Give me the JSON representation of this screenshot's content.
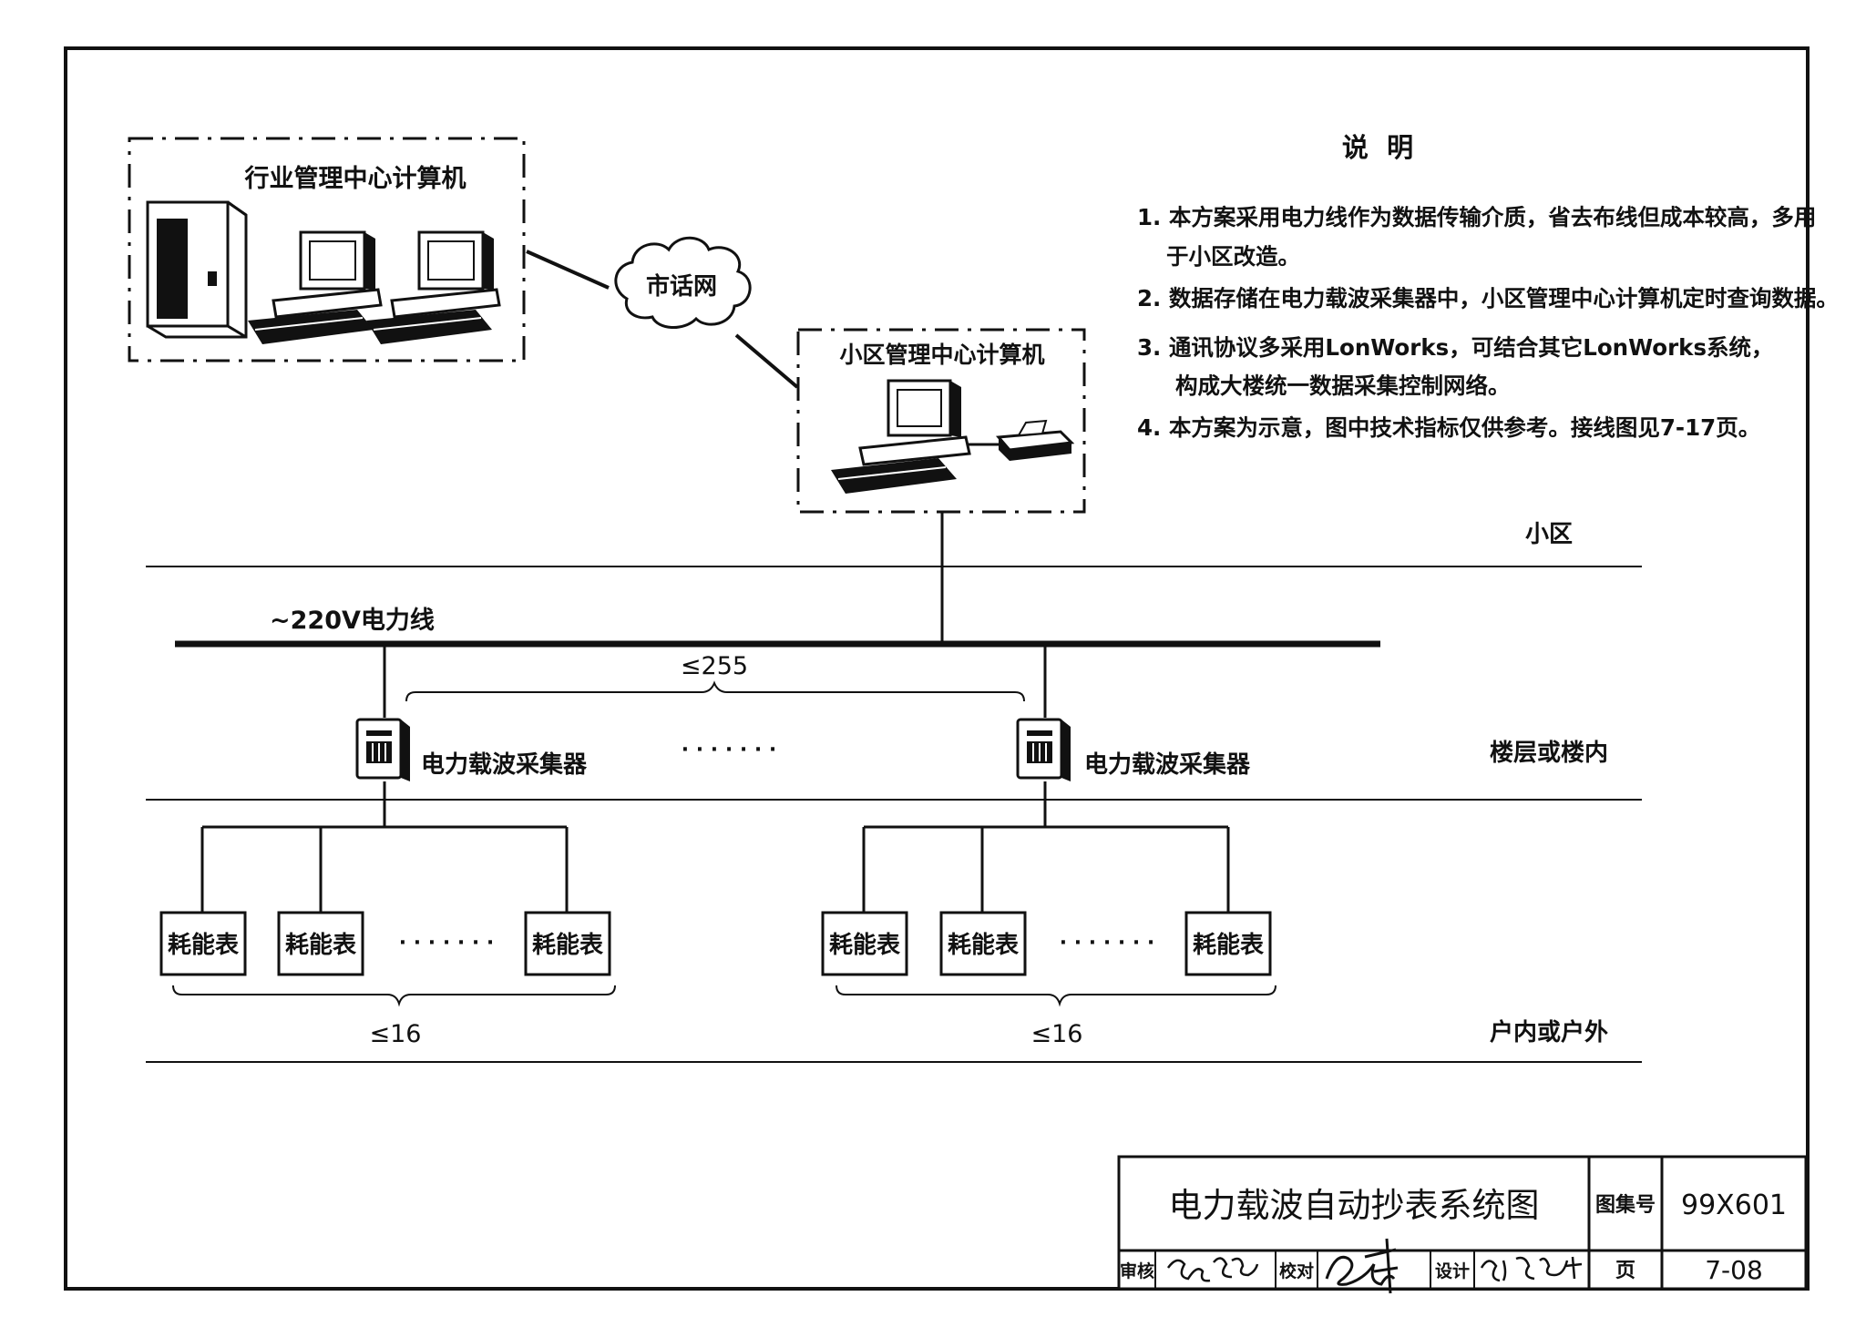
{
  "industry_center": {
    "label": "行业管理中心计算机"
  },
  "phone_network": {
    "label": "市话网"
  },
  "community_center": {
    "label": "小区管理中心计算机"
  },
  "notes": {
    "title": "说  明",
    "items": [
      "1. 本方案采用电力线作为数据传输介质，省去布线但成本较高，多用",
      "于小区改造。",
      "2. 数据存储在电力载波采集器中，小区管理中心计算机定时查询数据。",
      "3. 通讯协议多采用LonWorks，可结合其它LonWorks系统，",
      "构成大楼统一数据采集控制网络。",
      "4. 本方案为示意，图中技术指标仅供参考。接线图见7-17页。"
    ]
  },
  "zones": {
    "community": "小区",
    "floor": "楼层或楼内",
    "household": "户内或户外"
  },
  "power_line": {
    "label": "~220V电力线"
  },
  "collector_limit": "≤255",
  "collector_label": "电力载波采集器",
  "ellipsis": "· · · · · · ·",
  "meter_label": "耗能表",
  "meter_limit": "≤16",
  "title_block": {
    "title": "电力载波自动抄表系统图",
    "atlas_label": "图集号",
    "atlas_no": "99X601",
    "review_label": "审核",
    "check_label": "校对",
    "design_label": "设计",
    "page_label": "页",
    "page_no": "7-08"
  }
}
